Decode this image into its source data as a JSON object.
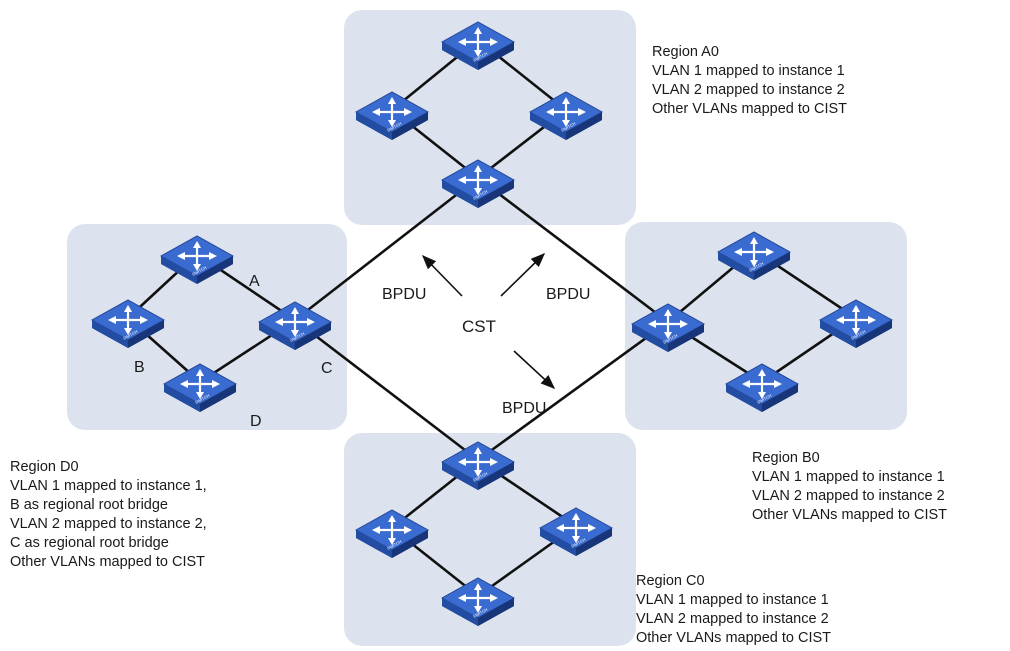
{
  "colors": {
    "region_fill": "#dde3ee",
    "link": "#111111",
    "switch_top": "#3a6bd0",
    "switch_side": "#1d3f8e",
    "switch_label": "#ffffff"
  },
  "icons": {
    "switch": "network-switch-icon",
    "arrow": "arrow-icon"
  },
  "switch_label": "SWITCH",
  "center_label": "CST",
  "bpdu_labels": [
    "BPDU",
    "BPDU",
    "BPDU"
  ],
  "node_labels": {
    "a": "A",
    "b": "B",
    "c": "C",
    "d": "D"
  },
  "regions": {
    "a0": {
      "title": "Region A0",
      "lines": [
        "VLAN 1 mapped to instance 1",
        "VLAN 2 mapped to instance 2",
        "Other VLANs mapped to  CIST"
      ]
    },
    "b0": {
      "title": "Region B0",
      "lines": [
        "VLAN 1 mapped to instance 1",
        "VLAN 2 mapped to instance 2",
        "Other VLANs mapped to  CIST"
      ]
    },
    "c0": {
      "title": "Region C0",
      "lines": [
        "VLAN 1 mapped to instance 1",
        "VLAN 2 mapped to instance 2",
        "Other VLANs mapped to  CIST"
      ]
    },
    "d0": {
      "title": "Region D0",
      "lines": [
        "VLAN 1 mapped to instance 1,",
        "B as regional root bridge",
        "VLAN 2 mapped to instance 2,",
        "C as regional root bridge",
        "Other VLANs mapped to  CIST"
      ]
    }
  }
}
